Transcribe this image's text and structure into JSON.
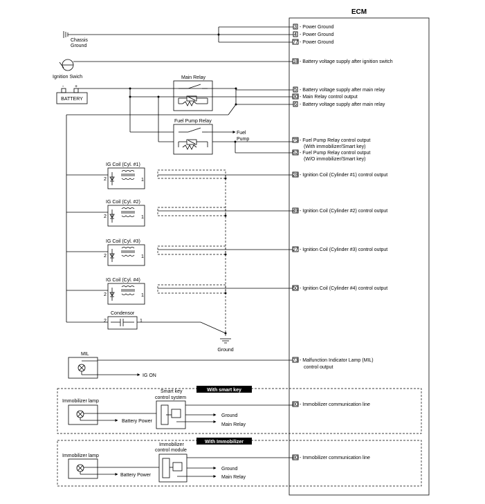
{
  "ecm": {
    "title": "ECM",
    "pins": [
      {
        "num": "3",
        "label": "- Power Ground"
      },
      {
        "num": "4",
        "label": "- Power Ground"
      },
      {
        "num": "77",
        "label": "- Power Ground"
      },
      {
        "num": "18",
        "label": "- Battery voltage supply after ignition switch"
      },
      {
        "num": "5",
        "label": "- Battery voltage supply after main relay"
      },
      {
        "num": "30",
        "label": "- Main Relay control output"
      },
      {
        "num": "6",
        "label": "- Battery voltage supply after main relay"
      },
      {
        "num": "75",
        "label": "- Fuel Pump Relay control output",
        "label2": "(With immobilizer/Smart key)"
      },
      {
        "num": "52",
        "label": "- Fuel Pump Relay control output",
        "label2": "(W/O immobilizer/Smart key)"
      },
      {
        "num": "28",
        "label": "- Ignition Coil (Cylinder #1) control output"
      },
      {
        "num": "49",
        "label": "- Ignition Coil (Cylinder #2) control output"
      },
      {
        "num": "27",
        "label": "- Ignition Coil (Cylinder #3) control output"
      },
      {
        "num": "50",
        "label": "- Ignition Coil (Cylinder #4) control output"
      },
      {
        "num": "73",
        "label": "- Malfunction Indicator Lamp (MIL)",
        "label2": "control output"
      },
      {
        "num": "80",
        "label": "- Immobilizer communication line"
      },
      {
        "num": "80",
        "label": "- Immobilizer communication line"
      }
    ]
  },
  "components": {
    "chassis_ground": [
      "Chassis",
      "Ground"
    ],
    "ignition_switch": "Ignition Swich",
    "battery": "BATTERY",
    "battery_minus": "-",
    "battery_plus": "+",
    "main_relay": "Main Relay",
    "fuel_pump_relay": "Fuel Pump Relay",
    "fuel_pump": [
      "Fuel",
      "Pump"
    ],
    "ig_coils": [
      "IG Coil (Cyl. #1)",
      "IG Coil (Cyl. #2)",
      "IG Coil (Cyl. #3)",
      "IG Coil (Cyl. #4)"
    ],
    "pin_2": "2",
    "pin_1": "1",
    "condensor": "Condensor",
    "ground": "Ground",
    "mil": "MIL",
    "ig_on": "IG ON"
  },
  "smart_key_section": {
    "header": "With smart key",
    "lamp": "Immobilizer lamp",
    "battery_power": "Battery Power",
    "module": [
      "Smart key",
      "control system"
    ],
    "ground": "Ground",
    "main_relay": "Main Relay"
  },
  "immobilizer_section": {
    "header": "With Immobilizer",
    "lamp": "Immobilizer lamp",
    "battery_power": "Battery Power",
    "module": [
      "Immobilizer",
      "control module"
    ],
    "ground": "Ground",
    "main_relay": "Main Relay"
  }
}
